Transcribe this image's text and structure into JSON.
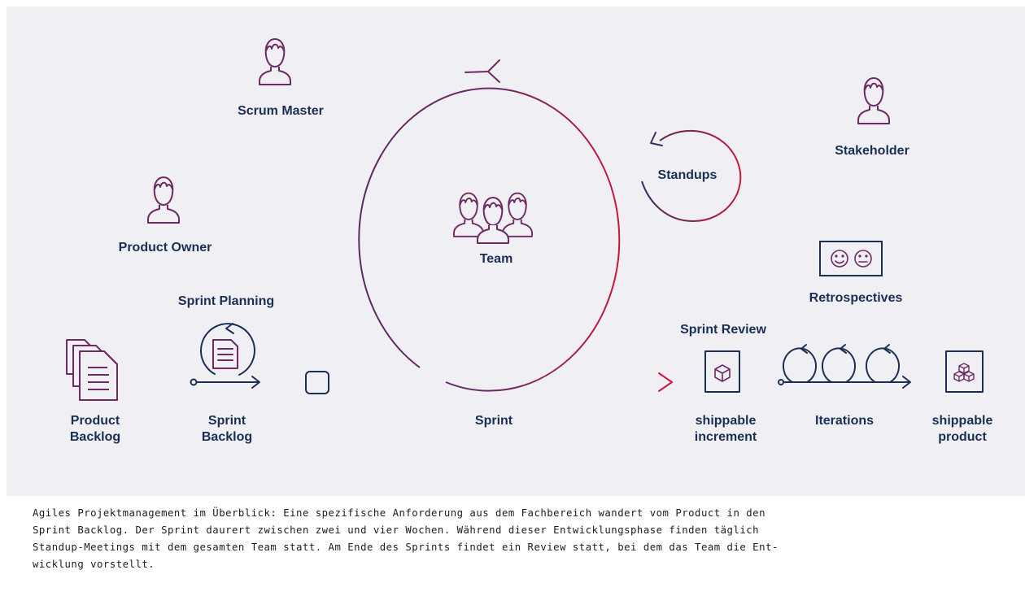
{
  "roles": {
    "scrum_master": "Scrum Master",
    "product_owner": "Product Owner",
    "stakeholder": "Stakeholder",
    "team": "Team"
  },
  "process": {
    "sprint_planning": "Sprint Planning",
    "standups": "Standups",
    "retrospectives": "Retrospectives",
    "sprint_review": "Sprint Review"
  },
  "artifacts": {
    "product_backlog": "Product\nBacklog",
    "sprint_backlog": "Sprint\nBacklog",
    "sprint": "Sprint",
    "shippable_increment": "shippable\nincrement",
    "iterations": "Iterations",
    "shippable_product": "shippable\nproduct"
  },
  "caption": "Agiles Projektmanagement im Überblick: Eine spezifische Anforderung aus dem Fachbereich wandert vom Product in den\nSprint Backlog. Der Sprint daurert zwischen zwei und vier Wochen. Während dieser Entwicklungsphase finden täglich\nStandup-Meetings mit dem gesamten Team statt. Am Ende des Sprints findet ein Review statt, bei dem das Team die Ent-\nwicklung vorstellt.",
  "colors": {
    "background": "#f0eff3",
    "navy": "#1b2f55",
    "purple": "#6e2a63",
    "red": "#c8173a"
  },
  "icons": [
    "person-icon",
    "team-icon",
    "document-stack-icon",
    "cycle-document-icon",
    "box-icon",
    "boxes-icon",
    "smiley-icon",
    "cycle-arrow-icon",
    "arrow-icon"
  ]
}
